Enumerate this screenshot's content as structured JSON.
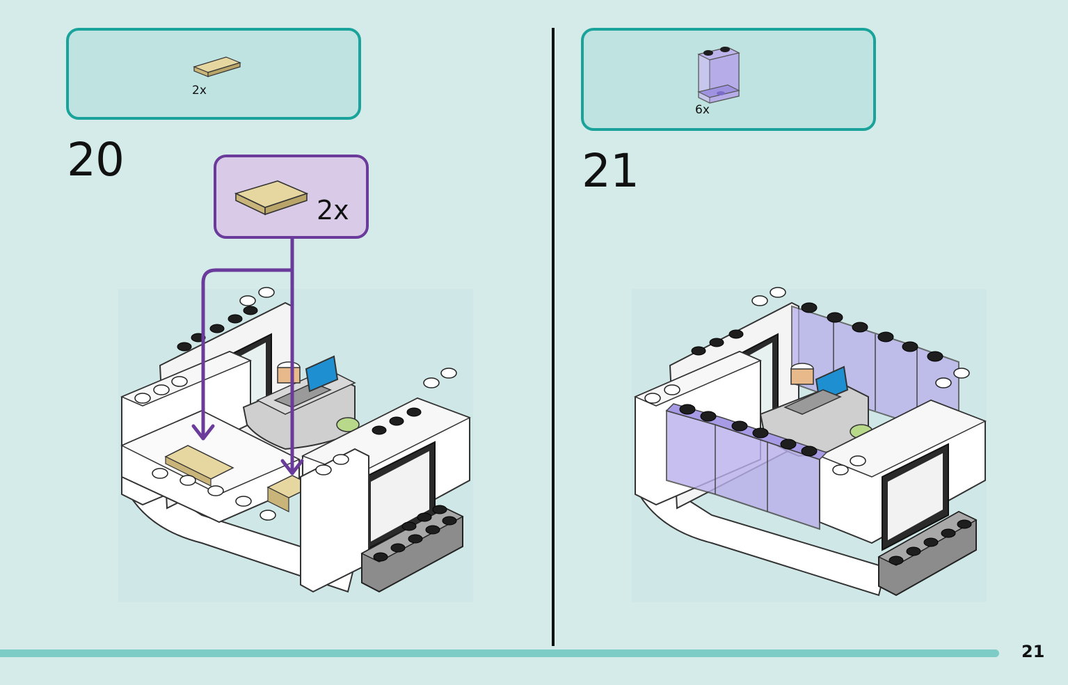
{
  "page_number": "21",
  "steps": [
    {
      "number": "20",
      "parts": [
        {
          "name": "tan-tile-1x2-icon",
          "qty": "2x"
        }
      ],
      "callout": {
        "icon": "tan-tile-1x2-icon",
        "qty": "2x"
      }
    },
    {
      "number": "21",
      "parts": [
        {
          "name": "trans-purple-panel-icon",
          "qty": "6x"
        }
      ]
    }
  ],
  "colors": {
    "background": "#d4ebea",
    "parts_box_border": "#1aa39a",
    "parts_box_fill": "#bfe3e1",
    "callout_border": "#6a3b9a",
    "callout_fill": "#d9cbe8",
    "arrow": "#6a3b9a",
    "footer_bar": "#7dcdc6"
  }
}
